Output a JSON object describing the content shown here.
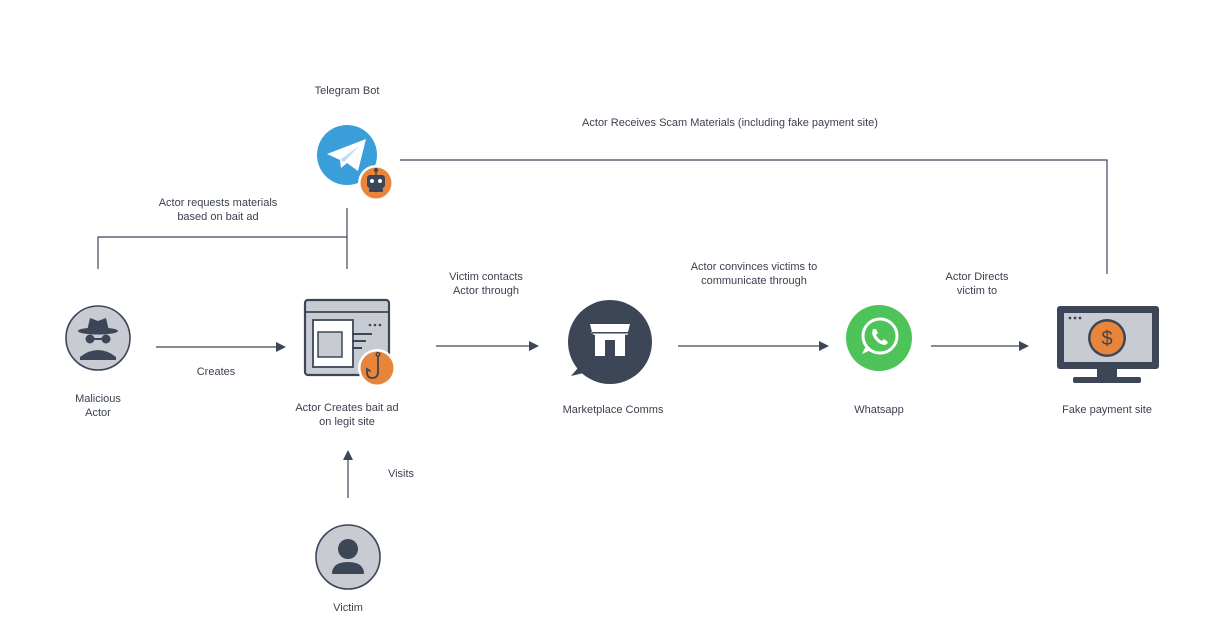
{
  "colors": {
    "line": "#3d4759",
    "navy": "#3c4657",
    "gray": "#c8cbd1",
    "orange": "#e9853b",
    "telegram": "#3a9fd8",
    "whatsapp": "#4dc35a",
    "white": "#ffffff"
  },
  "nodes": {
    "telegram_bot": {
      "label": "Telegram Bot",
      "icon": "telegram-bot-icon"
    },
    "malicious_actor": {
      "label": "Malicious\nActor",
      "icon": "spy-icon"
    },
    "bait_ad": {
      "label": "Actor Creates bait ad\non legit site",
      "icon": "browser-hook-icon"
    },
    "marketplace": {
      "label": "Marketplace Comms",
      "icon": "store-chat-icon"
    },
    "whatsapp": {
      "label": "Whatsapp",
      "icon": "whatsapp-icon"
    },
    "payment_site": {
      "label": "Fake payment site",
      "icon": "monitor-dollar-icon"
    },
    "victim": {
      "label": "Victim",
      "icon": "person-icon"
    }
  },
  "edges": {
    "requests": "Actor requests materials\nbased on bait ad",
    "receives": "Actor Receives Scam Materials (including fake payment site)",
    "creates": "Creates",
    "contacts": "Victim contacts\nActor through",
    "convinces": "Actor convinces victims to\ncommunicate through",
    "directs": "Actor Directs\nvictim to",
    "visits": "Visits"
  }
}
